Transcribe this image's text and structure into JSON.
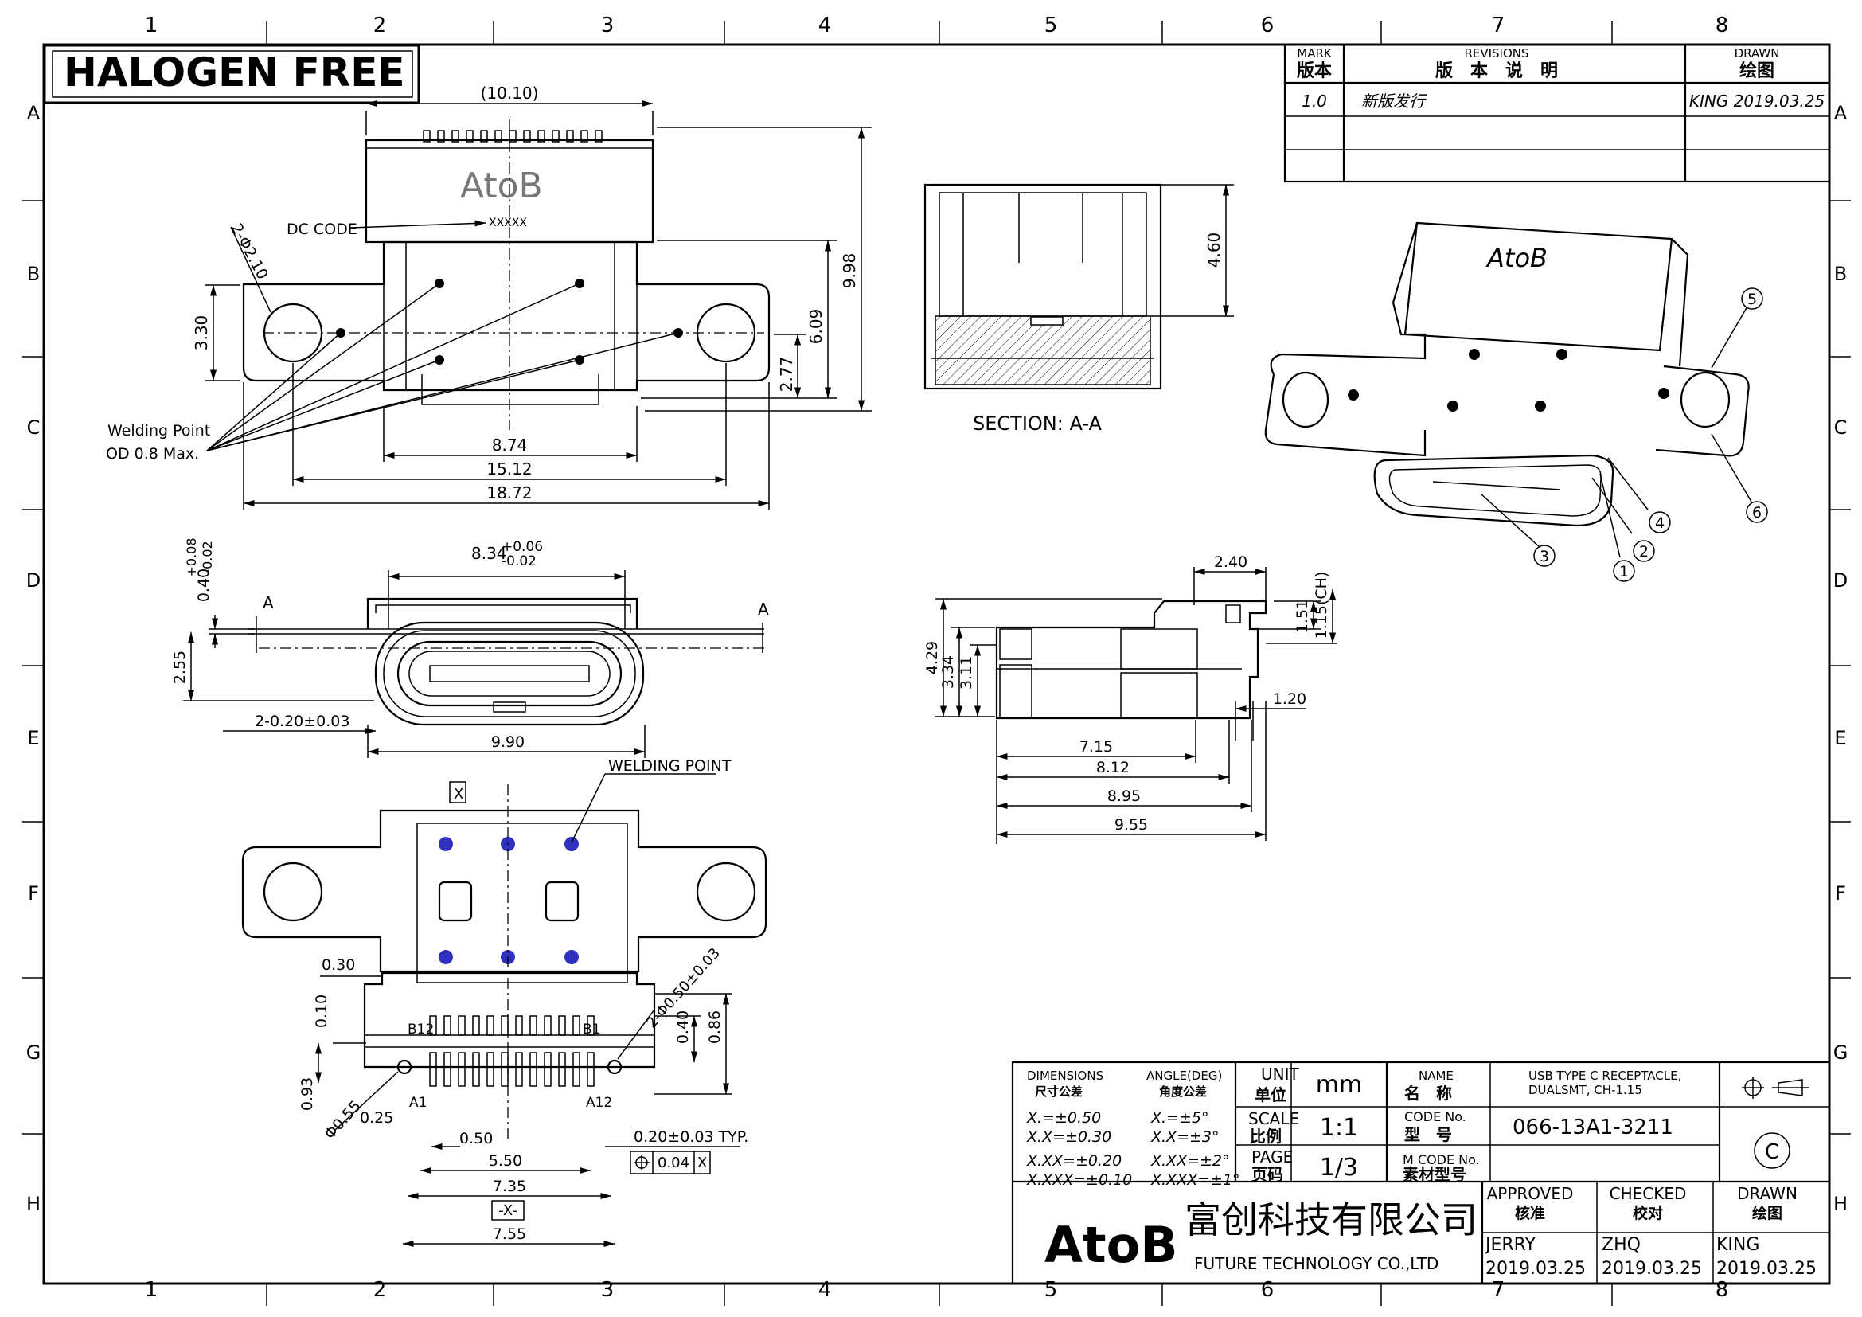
{
  "halogen_free": "HALOGEN FREE",
  "grid": {
    "cols": [
      "1",
      "2",
      "3",
      "4",
      "5",
      "6",
      "7",
      "8"
    ],
    "rows": [
      "A",
      "B",
      "C",
      "D",
      "E",
      "F",
      "G",
      "H"
    ]
  },
  "revisions": {
    "mark_en": "MARK",
    "mark_cn": "版本",
    "rev_en": "REVISIONS",
    "rev_cn": "版　本　说　明",
    "drawn_en": "DRAWN",
    "drawn_cn": "绘图",
    "rows": [
      {
        "mark": "1.0",
        "desc": "新版发行",
        "drawn": "KING  2019.03.25"
      }
    ]
  },
  "top_view": {
    "brand": "AtoB",
    "dc_code_label": "DC CODE",
    "dc_code_value": "XXXXX",
    "hole_label": "2-Φ2.10",
    "welding_point": "Welding Point",
    "welding_od": "OD 0.8 Max.",
    "dims": {
      "d1010": "(10.10)",
      "d998": "9.98",
      "d609": "6.09",
      "d277": "2.77",
      "d330": "3.30",
      "d874": "8.74",
      "d1512": "15.12",
      "d1872": "18.72"
    }
  },
  "section": {
    "title": "SECTION:  A-A",
    "d460": "4.60"
  },
  "front_view": {
    "d834": "8.34",
    "d834_tol_plus": "+0.06",
    "d834_tol_minus": "-0.02",
    "d040": "0.40",
    "d040_tol_plus": "+0.08",
    "d040_tol_minus": "-0.02",
    "d255": "2.55",
    "d020": "2-0.20±0.03",
    "d990": "9.90",
    "section_mark": "A"
  },
  "side_view": {
    "d240": "2.40",
    "d151": "1.51",
    "d115": "1.15(CH)",
    "d429": "4.29",
    "d334": "3.34",
    "d311": "3.11",
    "d120": "1.20",
    "d715": "7.15",
    "d812": "8.12",
    "d895": "8.95",
    "d955": "9.55"
  },
  "bottom_view": {
    "datum": "X",
    "welding_point": "WELDING POINT",
    "d030": "0.30",
    "d010": "0.10",
    "d093": "0.93",
    "d055": "Φ0.55",
    "d025": "0.25",
    "d050": "0.50",
    "d550": "5.50",
    "d735": "7.35",
    "datum_box": "-X-",
    "d755": "7.55",
    "pin_hole": "2-Φ0.50±0.03",
    "d040": "0.40",
    "d086": "0.86",
    "d020typ": "0.20±0.03 TYP.",
    "tol_value": "0.04",
    "tol_datum": "X",
    "pins": {
      "b12": "B12",
      "b1": "B1",
      "a1": "A1",
      "a12": "A12"
    }
  },
  "iso_balloons": [
    "1",
    "2",
    "3",
    "4",
    "5",
    "6"
  ],
  "iso_brand": "AtoB",
  "title_block": {
    "dims_en": "DIMENSIONS",
    "dims_cn": "尺寸公差",
    "angle_en": "ANGLE(DEG)",
    "angle_cn": "角度公差",
    "tol_lin": [
      "X.=±0.50",
      "X.X=±0.30",
      "X.XX=±0.20",
      "X.XXX=±0.10"
    ],
    "tol_ang": [
      "X.=±5°",
      "X.X=±3°",
      "X.XX=±2°",
      "X.XXX=±1°"
    ],
    "unit_en": "UNIT",
    "unit_cn": "单位",
    "unit": "mm",
    "scale_en": "SCALE",
    "scale_cn": "比例",
    "scale": "1:1",
    "page_en": "PAGE",
    "page_cn": "页码",
    "page": "1/3",
    "name_en": "NAME",
    "name_cn": "名　称",
    "name": "USB TYPE C RECEPTACLE,",
    "name2": "DUALSMT, CH-1.15",
    "code_en": "CODE No.",
    "code_cn": "型　号",
    "code": "066-13A1-3211",
    "mcode_en": "M CODE No.",
    "mcode_cn": "素材型号",
    "company_logo": "AtoB",
    "company_cn": "富创科技有限公司",
    "company_en": "FUTURE TECHNOLOGY CO.,LTD",
    "approved_en": "APPROVED",
    "approved_cn": "核准",
    "approved_by": "JERRY",
    "approved_date": "2019.03.25",
    "checked_en": "CHECKED",
    "checked_cn": "校对",
    "checked_by": "ZHQ",
    "checked_date": "2019.03.25",
    "drawn_en": "DRAWN",
    "drawn_cn": "绘图",
    "drawn_by": "KING",
    "drawn_date": "2019.03.25",
    "copyright": "C"
  }
}
